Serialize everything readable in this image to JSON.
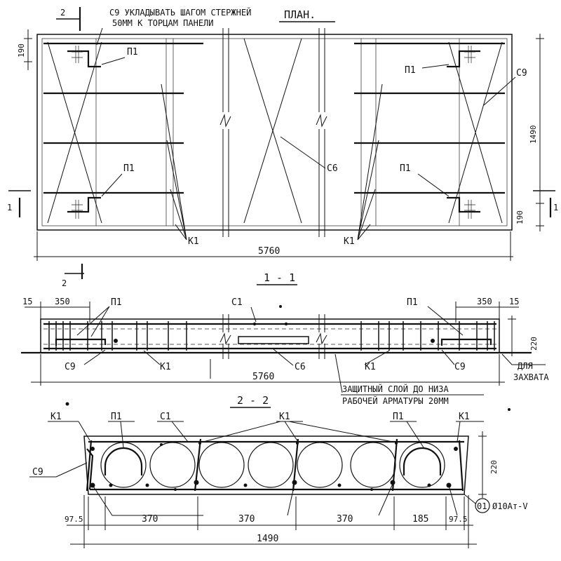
{
  "plan": {
    "title": "ПЛАН.",
    "note_line1": "С9 УКЛАДЫВАТЬ ШАГОМ СТЕРЖНЕЙ",
    "note_line2": "50ММ К ТОРЦАМ ПАНЕЛИ",
    "section_mark_2": "2",
    "section_mark_1": "1",
    "dim_top_left": "190",
    "dim_height": "1490",
    "dim_bottom_right": "190",
    "dim_length": "5760",
    "label_p1": "П1",
    "label_c9": "С9",
    "label_c6": "С6",
    "label_k1": "К1"
  },
  "section11": {
    "title": "1 - 1",
    "dim_15_left": "15",
    "dim_350": "350",
    "dim_350_right": "350",
    "dim_15_right": "15",
    "dim_220": "220",
    "dim_length": "5760",
    "label_p1": "П1",
    "label_c1": "С1",
    "label_c9": "С9",
    "label_k1": "К1",
    "label_c6": "С6",
    "note_grip_line1": "ДЛЯ",
    "note_grip_line2": "ЗАХВАТА",
    "note_cover_line1": "ЗАЩИТНЫЙ СЛОЙ ДО НИЗА",
    "note_cover_line2": "РАБОЧЕЙ АРМАТУРЫ 20ММ"
  },
  "section22": {
    "title": "2 - 2",
    "label_k1": "К1",
    "label_p1": "П1",
    "label_c1": "С1",
    "label_c9": "С9",
    "dim_220": "220",
    "dim_975_left": "97.5",
    "dim_370_a": "370",
    "dim_370_b": "370",
    "dim_370_c": "370",
    "dim_185": "185",
    "dim_975_right": "97.5",
    "dim_width": "1490",
    "bar_mark": "01",
    "bar_spec": "Ø10Ат-V"
  }
}
